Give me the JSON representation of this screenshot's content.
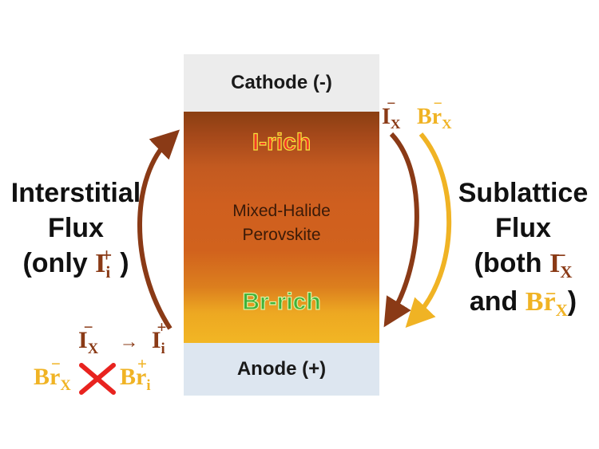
{
  "electrodes": {
    "cathode": "Cathode (-)",
    "anode": "Anode (+)"
  },
  "layers": {
    "i_rich": "I-rich",
    "br_rich": "Br-rich",
    "mixed_line1": "Mixed-Halide",
    "mixed_line2": "Perovskite"
  },
  "left": {
    "line1": "Interstitial",
    "line2": "Flux",
    "line3_prefix": "(only ",
    "line3_suffix": ")"
  },
  "right": {
    "line1": "Sublattice",
    "line2": "Flux",
    "line3_prefix": "(both ",
    "line4_prefix": "and ",
    "line4_suffix": ")"
  },
  "ions": {
    "iodide_symbol": "I",
    "bromide_symbol": "Br",
    "site_x": "X",
    "site_i": "i",
    "minus": "−",
    "plus": "+",
    "arrow": "→"
  },
  "colors": {
    "iodide": "#8a3a16",
    "bromide": "#f0b324",
    "blocked_x": "#e8231f"
  }
}
